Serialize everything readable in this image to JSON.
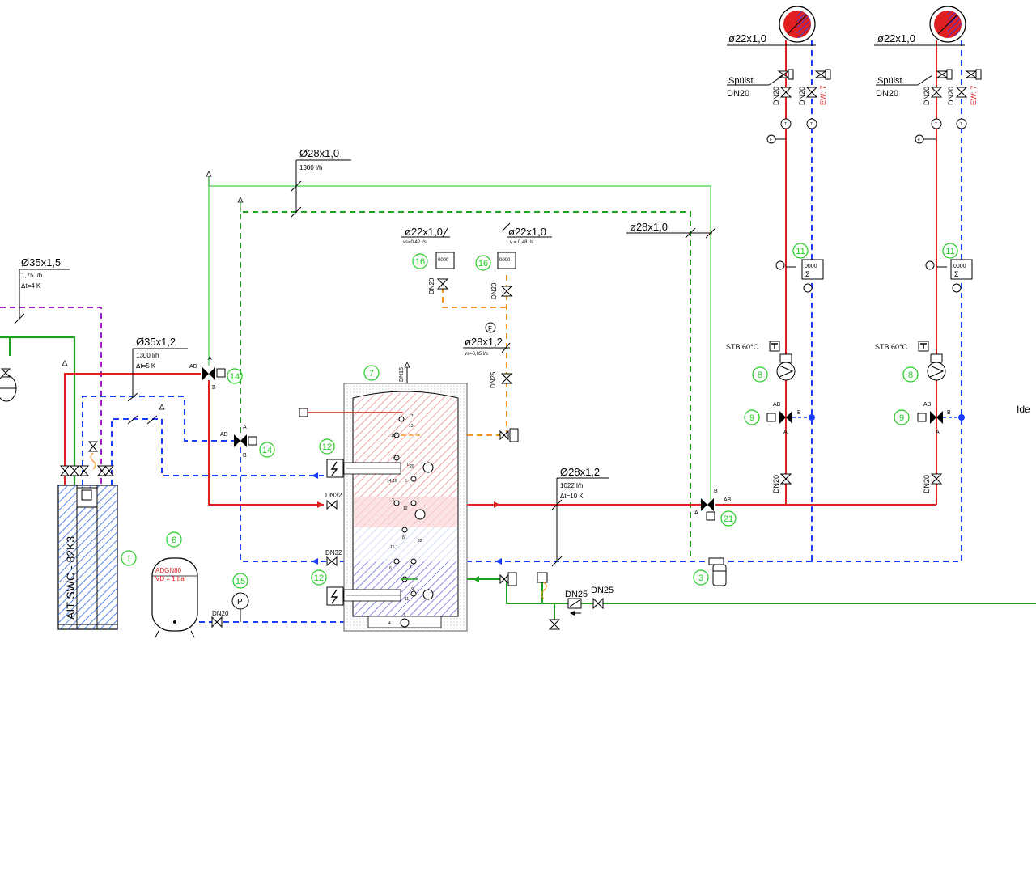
{
  "pipes": {
    "collector_inlet": {
      "dim": "Ø35x1,5",
      "flow": "1,75 l/h",
      "dt": "Δt=4 K"
    },
    "heatpump_flow": {
      "dim": "Ø35x1,2",
      "flow": "1300 l/h",
      "dt": "Δt=5 K"
    },
    "top_loop": {
      "dim": "Ø28x1,0",
      "flow": "1300 l/h"
    },
    "right_loop": {
      "dim": "ø28x1,0"
    },
    "dhw_branch_1": {
      "dim": "ø22x1,0",
      "flow": "vs=0,42 l/s"
    },
    "dhw_branch_2": {
      "dim": "ø22x1,0",
      "flow": "v = 0,48 l/s"
    },
    "dhw_main": {
      "dim": "ø28x1,2",
      "flow": "vs=0,65 l/s"
    },
    "heating_main": {
      "dim": "Ø28x1,2",
      "flow": "1022 l/h",
      "dt": "Δt=10 K"
    },
    "riser_1": {
      "dim": "ø22x1,0"
    },
    "riser_2": {
      "dim": "ø22x1,0"
    }
  },
  "labels": {
    "heatpump": "AIT SWC - 82K3",
    "vessel_line1": "ADGN80",
    "vessel_line2": "VD = 1 bar",
    "dn15": "DN15",
    "dn32_a": "DN32",
    "dn32_b": "DN32",
    "dn20_pump": "DN20",
    "dn20_a": "DN20",
    "dn20_b": "DN20",
    "dn25_a": "DN25",
    "dn25_b": "DN25",
    "dn25_c": "DN25",
    "spulst_1": "Spülst.",
    "spulst_dn_1": "DN20",
    "spulst_2": "Spülst.",
    "spulst_dn_2": "DN20",
    "stb_1": "STB 60°C",
    "stb_2": "STB 60°C",
    "ew": "EW: 7",
    "ide": "Ide",
    "ab": "AB",
    "a": "A",
    "b": "B",
    "p": "P",
    "f": "F",
    "t": "T",
    "meter": "0000",
    "meter_sum": "Σ",
    "tank_ports": [
      "17",
      "13",
      "19",
      "21",
      "20",
      "14,10",
      "5",
      "3",
      "12",
      "8",
      "15,1",
      "22",
      "6",
      "1",
      "9",
      "11",
      "7",
      "L",
      "4"
    ]
  },
  "component_numbers": {
    "n1": "1",
    "n3": "3",
    "n6": "6",
    "n7": "7",
    "n8a": "8",
    "n8b": "8",
    "n9a": "9",
    "n9b": "9",
    "n11a": "11",
    "n11b": "11",
    "n12a": "12",
    "n12b": "12",
    "n14a": "14",
    "n14b": "14",
    "n15": "15",
    "n16a": "16",
    "n16b": "16",
    "n21": "21"
  },
  "colors": {
    "supply": "#e02020",
    "return": "#1a3cff",
    "glycol": "#1fa01f",
    "glycol_light": "#8ee08e",
    "dhw": "#f0961e",
    "purple": "#a020c8",
    "badge": "#22cc22"
  }
}
